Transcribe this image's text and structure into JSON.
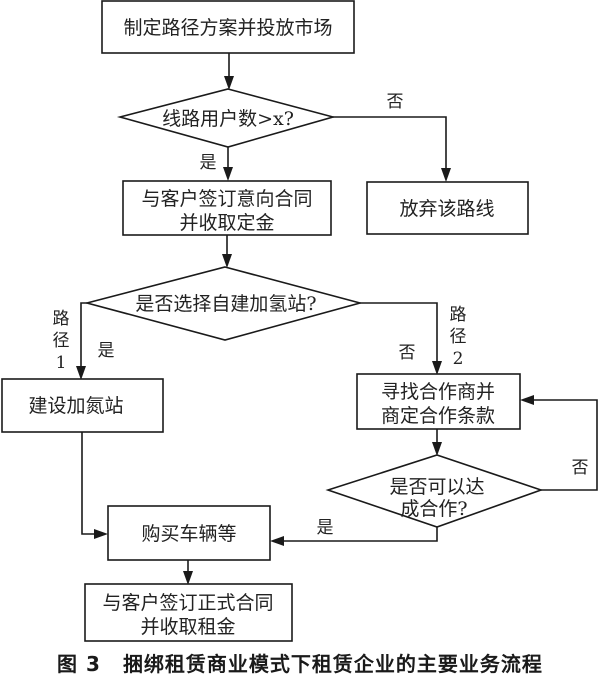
{
  "diagram": {
    "type": "flowchart",
    "nodes": {
      "start": {
        "lines": [
          "制定路径方案并投放市场"
        ]
      },
      "decision_users": {
        "lines": [
          "线路用户数>x?"
        ]
      },
      "sign_intent": {
        "lines": [
          "与客户签订意向合同",
          "并收取定金"
        ]
      },
      "abandon": {
        "lines": [
          "放弃该路线"
        ]
      },
      "decision_build": {
        "lines": [
          "是否选择自建加氢站?"
        ]
      },
      "build_station": {
        "lines": [
          "建设加氮站"
        ]
      },
      "find_partner": {
        "lines": [
          "寻找合作商并",
          "商定合作条款"
        ]
      },
      "decision_coop": {
        "lines": [
          "是否可以达",
          "成合作?"
        ]
      },
      "buy_vehicles": {
        "lines": [
          "购买车辆等"
        ]
      },
      "sign_formal": {
        "lines": [
          "与客户签订正式合同",
          "并收取租金"
        ]
      }
    },
    "edge_labels": {
      "users_no": "否",
      "users_yes": "是",
      "build_yes": "是",
      "build_no": "否",
      "path1": [
        "路",
        "径",
        "1"
      ],
      "path2": [
        "路",
        "径",
        "2"
      ],
      "coop_yes": "是",
      "coop_no": "否"
    },
    "edges": [
      {
        "from": "start",
        "to": "decision_users",
        "label": ""
      },
      {
        "from": "decision_users",
        "to": "sign_intent",
        "label": "是"
      },
      {
        "from": "decision_users",
        "to": "abandon",
        "label": "否"
      },
      {
        "from": "sign_intent",
        "to": "decision_build",
        "label": ""
      },
      {
        "from": "decision_build",
        "to": "build_station",
        "label": "是 (路径1)"
      },
      {
        "from": "decision_build",
        "to": "find_partner",
        "label": "否 (路径2)"
      },
      {
        "from": "find_partner",
        "to": "decision_coop",
        "label": ""
      },
      {
        "from": "decision_coop",
        "to": "find_partner",
        "label": "否"
      },
      {
        "from": "decision_coop",
        "to": "buy_vehicles",
        "label": "是"
      },
      {
        "from": "build_station",
        "to": "buy_vehicles",
        "label": ""
      },
      {
        "from": "buy_vehicles",
        "to": "sign_formal",
        "label": ""
      }
    ]
  },
  "caption": {
    "figure_number": "图 3",
    "title": "捆绑租赁商业模式下租赁企业的主要业务流程"
  }
}
